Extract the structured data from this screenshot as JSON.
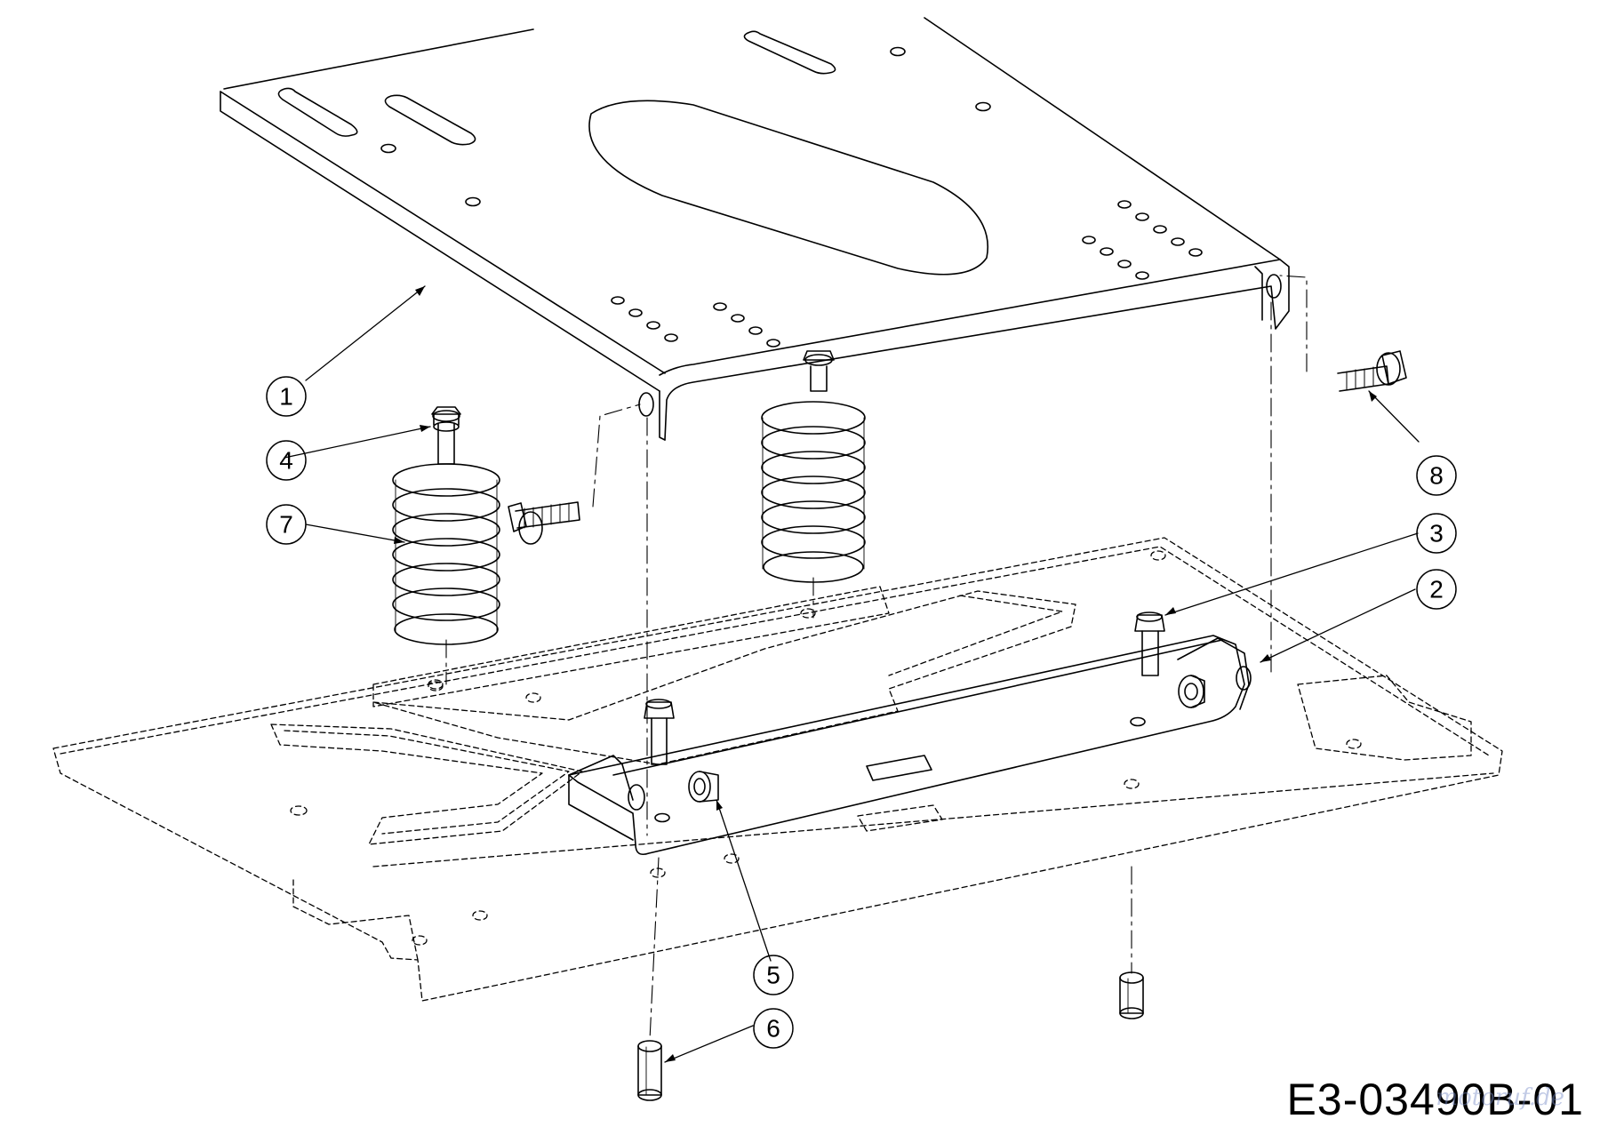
{
  "drawing": {
    "code": "E3-03490B-01",
    "watermark": "motoruf.de"
  },
  "callouts": [
    {
      "label": "1",
      "part": "seat-plate"
    },
    {
      "label": "2",
      "part": "mounting-bracket"
    },
    {
      "label": "3",
      "part": "bolt-vertical"
    },
    {
      "label": "4",
      "part": "flange-bolt"
    },
    {
      "label": "5",
      "part": "flange-nut"
    },
    {
      "label": "6",
      "part": "spacer-nut"
    },
    {
      "label": "7",
      "part": "compression-spring"
    },
    {
      "label": "8",
      "part": "hex-bolt"
    }
  ]
}
